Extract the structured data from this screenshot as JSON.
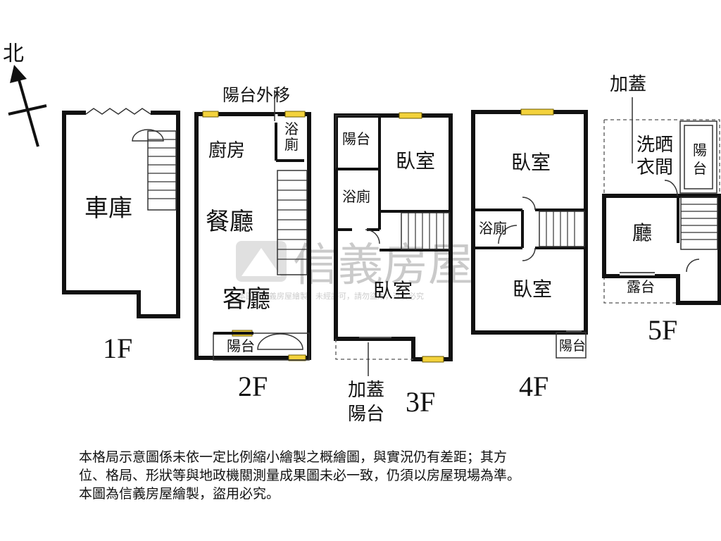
{
  "compass": {
    "label": "北"
  },
  "floors": [
    {
      "label": "1F",
      "rooms": [
        "車庫"
      ]
    },
    {
      "label": "2F",
      "rooms": [
        "陽台外移",
        "廚房",
        "浴廁",
        "餐廳",
        "客廳",
        "陽台"
      ]
    },
    {
      "label": "3F",
      "rooms": [
        "陽台",
        "臥室",
        "浴廁",
        "臥室"
      ],
      "note": [
        "加蓋",
        "陽台"
      ]
    },
    {
      "label": "4F",
      "rooms": [
        "臥室",
        "浴廁",
        "臥室",
        "陽台"
      ]
    },
    {
      "label": "5F",
      "rooms": [
        "加蓋",
        "洗晒",
        "衣間",
        "陽台",
        "廳",
        "露台"
      ]
    }
  ],
  "watermark": {
    "brand": "信義房屋",
    "fine_print": "本圖為信義房屋繪製，未經許可，請勿盜用，違者必究"
  },
  "disclaimer": [
    "本格局示意圖係未依一定比例縮小繪製之概繪圖，與實況仍有差距；其方",
    "位、格局、形狀等與地政機關測量成果圖未必一致，仍須以房屋現場為準。",
    "本圖為信義房屋繪製，盜用必究。"
  ]
}
